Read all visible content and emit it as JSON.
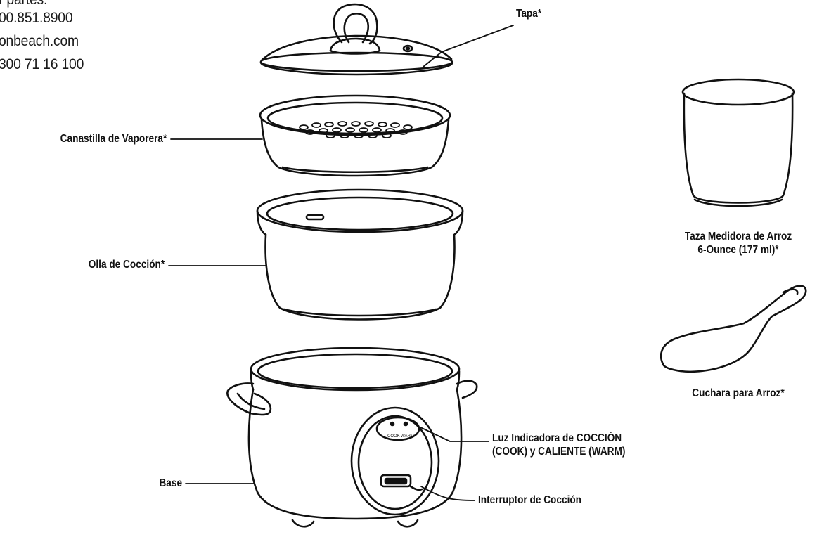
{
  "corner_text": {
    "line1": "r partes:",
    "line2": "00.851.8900",
    "line3": "onbeach.com",
    "line4": "300 71 16 100"
  },
  "labels": {
    "lid": "Tapa*",
    "steamer_basket": "Canastilla de Vaporera*",
    "cooking_pot": "Olla de Cocción*",
    "base": "Base",
    "indicator_light_line1": "Luz Indicadora de COCCIÓN",
    "indicator_light_line2": "(COOK) y CALIENTE (WARM)",
    "cook_switch": "Interruptor de Cocción",
    "measuring_cup_line1": "Taza Medidora de Arroz",
    "measuring_cup_line2": "6-Ounce (177 ml)*",
    "rice_spoon": "Cuchara para Arroz*"
  },
  "panel_text": {
    "cook": "COOK",
    "warm": "WARM"
  },
  "colors": {
    "ink": "#111111",
    "background": "#ffffff"
  }
}
